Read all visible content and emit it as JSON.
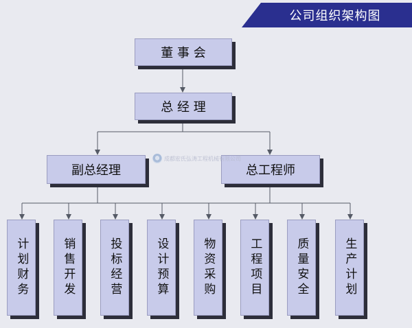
{
  "title": "公司组织架构图",
  "nodes": {
    "board": "董 事 会",
    "gm": "总 经 理",
    "deputy_gm": "副总经理",
    "chief_engineer": "总工程师"
  },
  "departments": [
    "计划财务",
    "销售开发",
    "投标经营",
    "设计预算",
    "物资采购",
    "工程项目",
    "质量安全",
    "生产计划"
  ],
  "watermark": "成都宏氏弘涛工程机械有限公司",
  "colors": {
    "banner": "#2a2f8f",
    "box_fill": "#c8cbea",
    "box_shadow": "#2d2e3a",
    "connector": "#555a66",
    "background": "#e9eaf0"
  }
}
